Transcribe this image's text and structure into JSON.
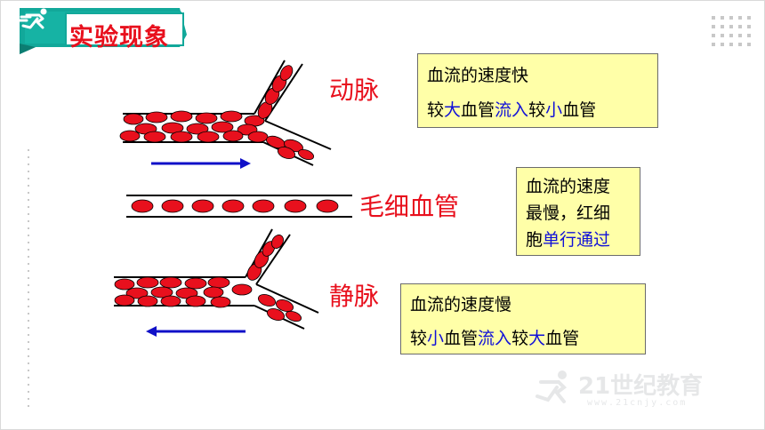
{
  "title": "实验现象",
  "labels": {
    "artery": "动脉",
    "capillary": "毛细血管",
    "vein": "静脉"
  },
  "notes": {
    "artery": {
      "line1": "血流的速度快",
      "line2": [
        {
          "text": "较",
          "color": "black"
        },
        {
          "text": "大",
          "color": "blue"
        },
        {
          "text": "血管",
          "color": "black"
        },
        {
          "text": "流入",
          "color": "blue"
        },
        {
          "text": "较",
          "color": "black"
        },
        {
          "text": "小",
          "color": "blue"
        },
        {
          "text": "血管",
          "color": "black"
        }
      ]
    },
    "capillary": {
      "line1": "血流的速度",
      "line2": "最慢，红细",
      "line3_black": "胞",
      "line3_blue": "单行通过"
    },
    "vein": {
      "line1": "血流的速度慢",
      "line2": [
        {
          "text": "较",
          "color": "black"
        },
        {
          "text": "小",
          "color": "blue"
        },
        {
          "text": "血管",
          "color": "black"
        },
        {
          "text": "流入",
          "color": "blue"
        },
        {
          "text": "较",
          "color": "black"
        },
        {
          "text": "大",
          "color": "blue"
        },
        {
          "text": "血管",
          "color": "black"
        }
      ]
    }
  },
  "arrows": {
    "artery_direction": "right",
    "vein_direction": "left"
  },
  "watermark": {
    "text": "21世纪教育",
    "url": "www.21cnjy.com"
  },
  "colors": {
    "title_red": "#e8101d",
    "banner_teal": "#12a89a",
    "cell_red": "#e8101d",
    "arrow_blue": "#1010c8",
    "note_bg": "#ffffa8",
    "highlight_blue": "#1010d8"
  }
}
